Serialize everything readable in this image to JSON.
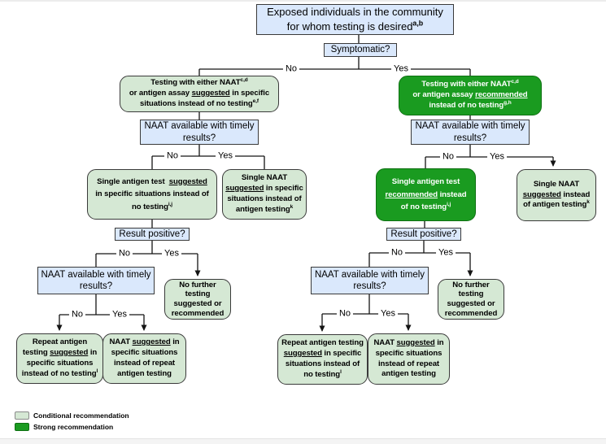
{
  "colors": {
    "light_blue": "#dae8fc",
    "light_green": "#d5e8d4",
    "strong_green": "#1a9b20",
    "strong_green_border": "#0e7012",
    "box_border": "#3a3a3a",
    "line": "#141414",
    "text": "#000000"
  },
  "edge_labels": {
    "no": "No",
    "yes": "Yes"
  },
  "legend": {
    "items": [
      {
        "label": "Conditional recommendation",
        "swatch": "light_green"
      },
      {
        "label": "Strong recommendation",
        "swatch": "strong_green"
      }
    ]
  },
  "nodes": {
    "root": {
      "segments": [
        {
          "t": "Exposed individuals in the community\nfor whom testing is desired"
        },
        {
          "t": "a,b",
          "sup": true
        }
      ]
    },
    "symptomatic": {
      "segments": [
        {
          "t": "Symptomatic?"
        }
      ]
    },
    "test_suggested": {
      "segments": [
        {
          "t": "Testing with either NAAT"
        },
        {
          "t": "c,d",
          "sup": true
        },
        {
          "t": "\nor antigen assay "
        },
        {
          "t": "suggested",
          "u": true
        },
        {
          "t": " in specific\nsituations instead of no testing"
        },
        {
          "t": "e,f",
          "sup": true
        }
      ]
    },
    "test_recommended": {
      "segments": [
        {
          "t": "Testing with either NAAT"
        },
        {
          "t": "c,d",
          "sup": true
        },
        {
          "t": "\nor antigen assay "
        },
        {
          "t": "recommended",
          "u": true
        },
        {
          "t": "\ninstead of no testing"
        },
        {
          "t": "g,h",
          "sup": true
        }
      ]
    },
    "naat_timely": {
      "segments": [
        {
          "t": "NAAT available with timely\nresults?"
        }
      ]
    },
    "single_antigen_suggested": {
      "segments": [
        {
          "t": "Single antigen test  "
        },
        {
          "t": "suggested",
          "u": true
        },
        {
          "t": "\nin specific situations instead of\nno testing"
        },
        {
          "t": "i,j",
          "sup": true
        }
      ]
    },
    "single_naat_specific": {
      "segments": [
        {
          "t": "Single NAAT\n"
        },
        {
          "t": "suggested",
          "u": true
        },
        {
          "t": " in specific\nsituations instead of\nantigen testing"
        },
        {
          "t": "k",
          "sup": true
        }
      ]
    },
    "single_antigen_recommended": {
      "segments": [
        {
          "t": "Single antigen test\n"
        },
        {
          "t": "recommended",
          "u": true
        },
        {
          "t": " instead\nof no testing"
        },
        {
          "t": "i,j",
          "sup": true
        }
      ]
    },
    "single_naat_instead": {
      "segments": [
        {
          "t": "Single NAAT\n"
        },
        {
          "t": "suggested",
          "u": true
        },
        {
          "t": " instead\nof antigen testing"
        },
        {
          "t": "k",
          "sup": true
        }
      ]
    },
    "result_positive": {
      "segments": [
        {
          "t": "Result positive?"
        }
      ]
    },
    "no_further": {
      "segments": [
        {
          "t": "No further\ntesting\nsuggested or\nrecommended"
        }
      ]
    },
    "repeat_antigen_left": {
      "segments": [
        {
          "t": "Repeat antigen\ntesting "
        },
        {
          "t": "suggested",
          "u": true
        },
        {
          "t": " in\nspecific situations\ninstead of no testing"
        },
        {
          "t": "l",
          "sup": true
        }
      ]
    },
    "repeat_antigen_right": {
      "segments": [
        {
          "t": "Repeat antigen testing\n"
        },
        {
          "t": "suggested",
          "u": true
        },
        {
          "t": " in specific\nsituations instead of\nno testing"
        },
        {
          "t": "l",
          "sup": true
        }
      ]
    },
    "naat_repeat": {
      "segments": [
        {
          "t": "NAAT "
        },
        {
          "t": "suggested",
          "u": true
        },
        {
          "t": " in\nspecific situations\ninstead of repeat\nantigen testing"
        }
      ]
    }
  }
}
